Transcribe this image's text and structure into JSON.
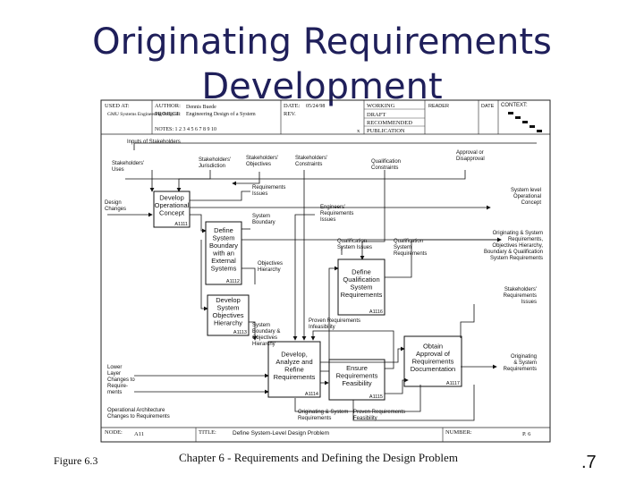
{
  "slide": {
    "title_line1": "Originating Requirements",
    "title_line2": "Development",
    "caption_left": "Figure 6.3",
    "caption_center": "Chapter 6 - Requirements and Defining the Design Problem",
    "page_number": ".7"
  },
  "header": {
    "used_at": "USED AT:",
    "used_at_value": "GMU Systems Engineering Program",
    "author": "AUTHOR:",
    "author_value": "Dennis Buede",
    "project": "PROJECT:",
    "project_value": "Engineering Design of a System",
    "notes": "NOTES: 1 2 3 4 5 6 7 8 9 10",
    "date": "DATE:",
    "date_value": "05/24/98",
    "rev": "REV.",
    "status_working": "WORKING",
    "status_draft": "DRAFT",
    "status_recommended": "RECOMMENDED",
    "status_publication": "PUBLICATION",
    "status_mark": "x",
    "reader": "READER",
    "date2": "DATE",
    "context": "CONTEXT:"
  },
  "footer": {
    "node_label": "NODE:",
    "node_value": "A11",
    "title_label": "TITLE:",
    "title_value": "Define System-Level Design Problem",
    "number_label": "NUMBER:",
    "page_value": "P. 6"
  },
  "activities": [
    {
      "label": [
        "Develop",
        "Operational",
        "Concept"
      ],
      "id": "A1111"
    },
    {
      "label": [
        "Define",
        "System",
        "Boundary",
        "with an",
        "External",
        "Systems"
      ],
      "id": "A1112"
    },
    {
      "label": [
        "Develop",
        "System",
        "Objectives",
        "Hierarchy"
      ],
      "id": "A1113"
    },
    {
      "label": [
        "Develop,",
        "Analyze and",
        "Refine",
        "Requirements"
      ],
      "id": "A1114"
    },
    {
      "label": [
        "Ensure",
        "Requirements",
        "Feasibility"
      ],
      "id": "A1115"
    },
    {
      "label": [
        "Define",
        "Qualification",
        "System",
        "Requirements"
      ],
      "id": "A1116"
    },
    {
      "label": [
        "Obtain",
        "Approval of",
        "Requirements",
        "Documentation"
      ],
      "id": "A1117"
    }
  ],
  "labels": {
    "inputs_of_stakeholders": "Inputs of Stakeholders",
    "stakeholders_uses": [
      "Stakeholders'",
      "Uses"
    ],
    "stakeholders_jurisdiction": [
      "Stakeholders'",
      "Jurisdiction"
    ],
    "stakeholders_objectives": [
      "Stakeholders'",
      "Objectives"
    ],
    "stakeholders_constraints": [
      "Stakeholders'",
      "Constraints"
    ],
    "qualification_constraints": [
      "Qualification",
      "Constraints"
    ],
    "approval_disapproval": [
      "Approval or",
      "Disapproval"
    ],
    "design_changes": [
      "Design",
      "Changes"
    ],
    "requirements_issues": [
      "Requirements",
      "Issues"
    ],
    "system_boundary": [
      "System",
      "Boundary"
    ],
    "engineers_req_issues": [
      "Engineers'",
      "Requirements",
      "Issues"
    ],
    "system_level_opcon": [
      "System level",
      "Operational",
      "Concept"
    ],
    "orig_sys_reqs_long": [
      "Originating & System",
      "Requirements,",
      "Objectives Hierarchy,",
      "Boundary & Qualification",
      "System Requirements"
    ],
    "qualification_system_issues": [
      "Qualification",
      "System Issues"
    ],
    "qualification_system_requirements": [
      "Qualification",
      "System",
      "Requirements"
    ],
    "objectives_hierarchy": [
      "Objectives",
      "Hierarchy"
    ],
    "stakeholders_req_issues": [
      "Stakeholders'",
      "Requirements",
      "Issues"
    ],
    "system_boundary_objectives": [
      "System",
      "Boundary &",
      "Objectives",
      "Hierarchy"
    ],
    "proven_infeasibility": [
      "Proven Requirements",
      "Infeasibility"
    ],
    "orig_sys_reqs_right": [
      "Originating",
      "& System",
      "Requirements"
    ],
    "lower_layer_changes": [
      "Lower",
      "Layer",
      "Changes to",
      "Require-",
      "ments"
    ],
    "operational_architecture_changes": [
      "Operational Architecture",
      "Changes to Requirements"
    ],
    "orig_sys_reqs_bottom": [
      "Originating & System",
      "Requirements"
    ],
    "proven_feasibility": [
      "Proven Requirements",
      "Feasibility"
    ]
  }
}
